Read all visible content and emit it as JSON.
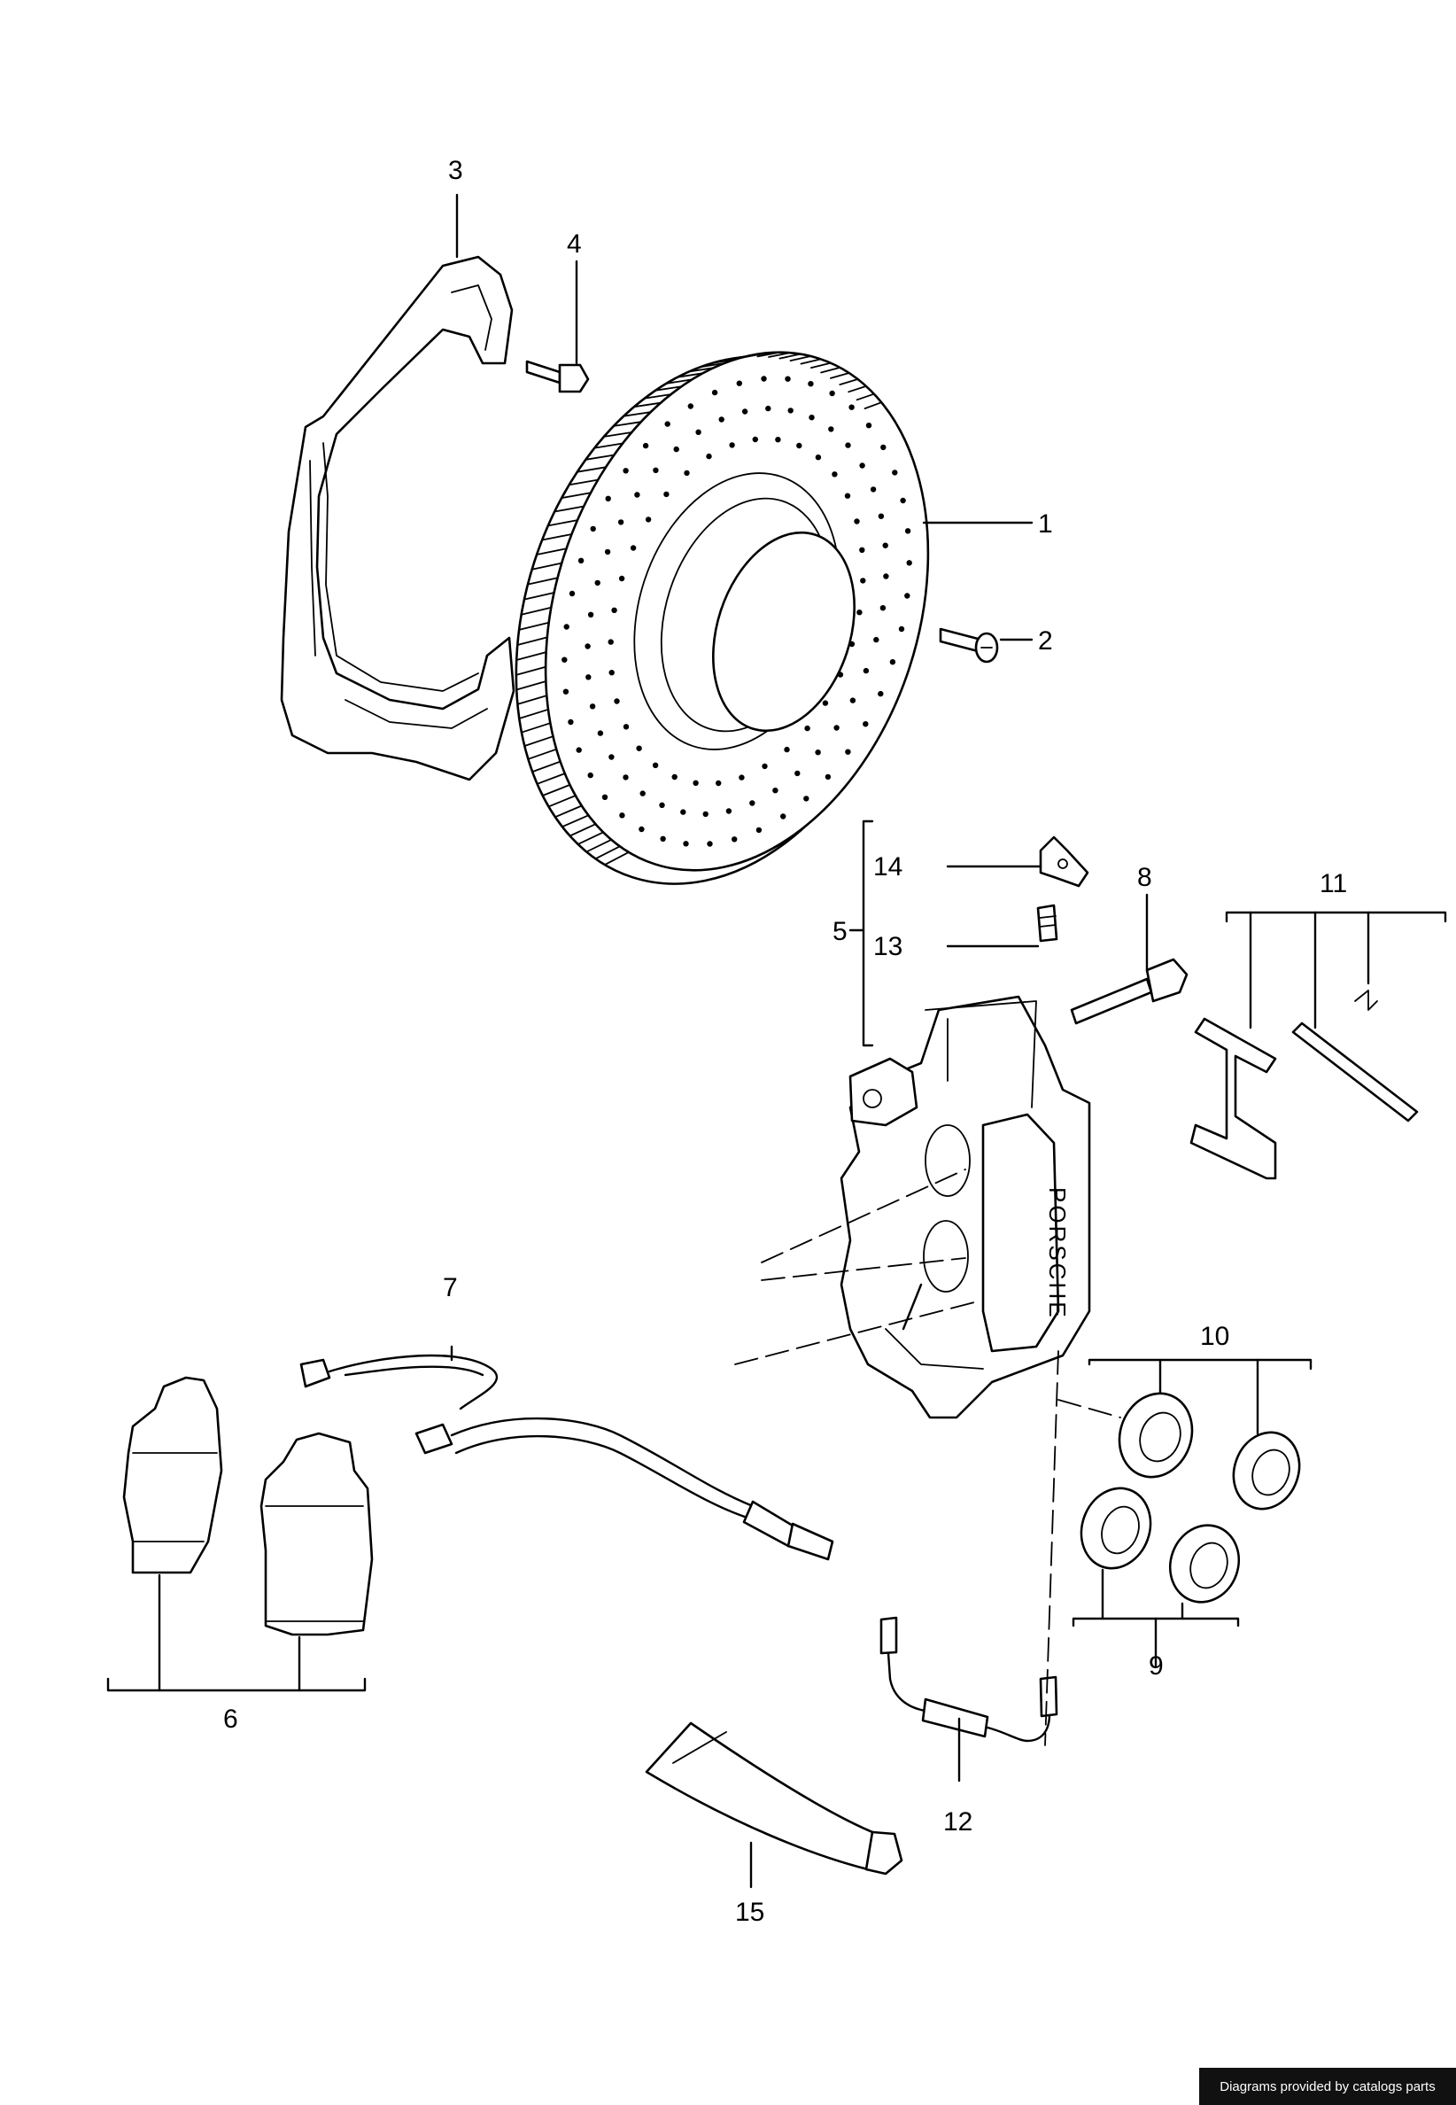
{
  "diagram": {
    "callouts": {
      "c1": "1",
      "c2": "2",
      "c3": "3",
      "c4": "4",
      "c5": "5",
      "c6": "6",
      "c7": "7",
      "c8": "8",
      "c9": "9",
      "c10": "10",
      "c11": "11",
      "c12": "12",
      "c13": "13",
      "c14": "14",
      "c15": "15"
    },
    "caliper_text": "PORSCHE"
  },
  "footer": {
    "credit": "Diagrams provided by catalogs parts"
  }
}
